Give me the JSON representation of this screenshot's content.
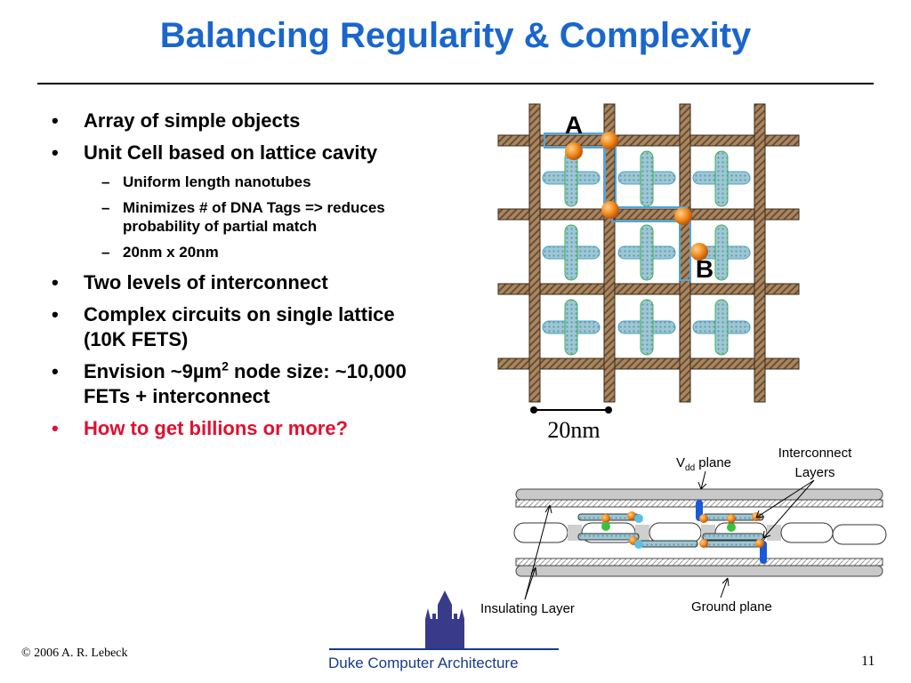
{
  "slide": {
    "title": "Balancing Regularity & Complexity",
    "bullets": [
      {
        "text": "Array of simple objects"
      },
      {
        "text": "Unit Cell based on lattice cavity"
      },
      {
        "text": "Two levels of interconnect"
      },
      {
        "text": "Complex circuits on single lattice (10K FETS)"
      },
      {
        "pre": "Envision ~9µm",
        "sup": "2",
        "post": " node size: ~10,000 FETs + interconnect"
      },
      {
        "text": "How to get billions or more?"
      }
    ],
    "subbullets": [
      "Uniform length nanotubes",
      "Minimizes # of DNA Tags => reduces probability of partial match",
      "20nm x 20nm"
    ],
    "bullet_mark": "•",
    "sub_mark": "–"
  },
  "lattice": {
    "label_a": "A",
    "label_b": "B",
    "scale_label": "20nm"
  },
  "layers": {
    "vdd_main": "V",
    "vdd_sub": "dd",
    "vdd_rest": " plane",
    "interconnect_line1": "Interconnect",
    "interconnect_line2": "Layers",
    "insulating": "Insulating Layer",
    "ground": "Ground plane"
  },
  "footer": {
    "copyright": "© 2006 A. R. Lebeck",
    "org": "Duke Computer Architecture",
    "page": "11"
  },
  "colors": {
    "title": "#1a66cc",
    "highlight": "#e01030",
    "lattice": "#9a7a5a",
    "nanotube": "#8fc9d6",
    "dna_tag": "#f08a1c"
  }
}
